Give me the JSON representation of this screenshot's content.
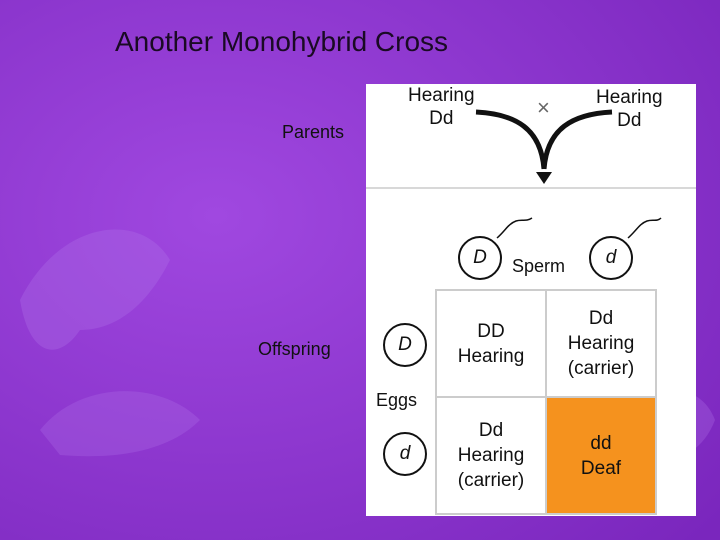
{
  "title": "Another Monohybrid Cross",
  "labels": {
    "parents": "Parents",
    "offspring": "Offspring",
    "sperm": "Sperm",
    "eggs": "Eggs",
    "cross_symbol": "×"
  },
  "parents": [
    {
      "phenotype": "Hearing",
      "genotype": "Dd"
    },
    {
      "phenotype": "Hearing",
      "genotype": "Dd"
    }
  ],
  "sperm_alleles": [
    "D",
    "d"
  ],
  "egg_alleles": [
    "D",
    "d"
  ],
  "punnett": [
    [
      {
        "genotype": "DD",
        "phenotype": "Hearing",
        "note": ""
      },
      {
        "genotype": "Dd",
        "phenotype": "Hearing",
        "note": "(carrier)"
      }
    ],
    [
      {
        "genotype": "Dd",
        "phenotype": "Hearing",
        "note": "(carrier)"
      },
      {
        "genotype": "dd",
        "phenotype": "Deaf",
        "note": ""
      }
    ]
  ],
  "colors": {
    "background": "#8a32cc",
    "highlight": "#f5921e",
    "panel": "#ffffff",
    "grid_line": "#cccccc"
  }
}
